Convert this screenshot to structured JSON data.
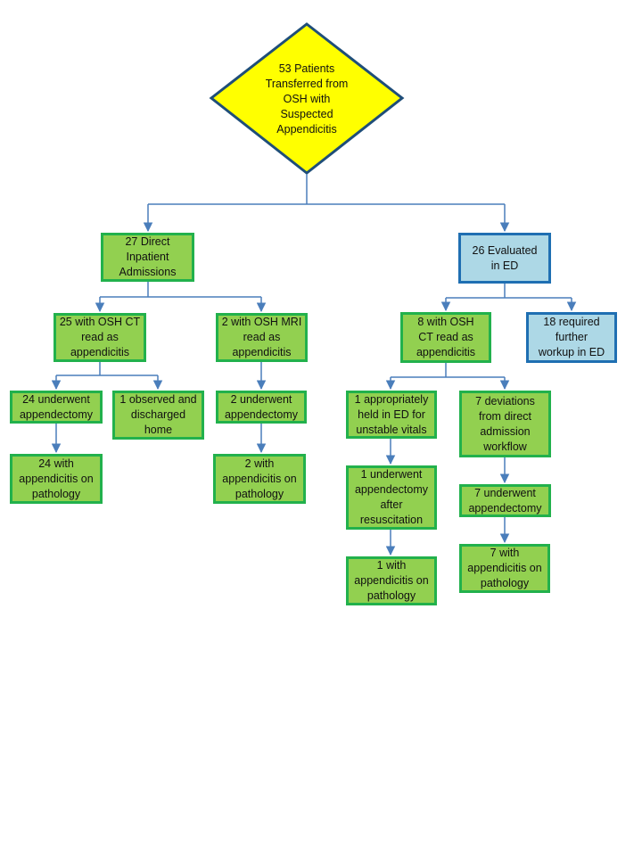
{
  "colors": {
    "root_fill": "#ffff00",
    "root_stroke": "#1f4e79",
    "green_fill": "#92d050",
    "green_stroke": "#22b14c",
    "blue_fill": "#add8e6",
    "blue_stroke": "#1f6fb2",
    "connector": "#4a7ebb"
  },
  "root": "53 Patients\nTransferred from\nOSH with\nSuspected\nAppendicitis",
  "left_branch": {
    "title": "27 Direct\nInpatient\nAdmissions",
    "ct": {
      "title": "25 with OSH CT\nread as\nappendicitis",
      "appendectomy": "24 underwent\nappendectomy",
      "pathology": "24 with\nappendicitis on\npathology",
      "observed": "1 observed and\ndischarged\nhome"
    },
    "mri": {
      "title": "2 with OSH MRI\nread as\nappendicitis",
      "appendectomy": "2 underwent\nappendectomy",
      "pathology": "2 with\nappendicitis on\npathology"
    }
  },
  "right_branch": {
    "title": "26 Evaluated\nin ED",
    "ct": {
      "title": "8 with OSH\nCT read as\nappendicitis",
      "held": "1 appropriately\nheld in ED for\nunstable vitals",
      "resus_appendectomy": "1 underwent\nappendectomy\nafter\nresuscitation",
      "resus_pathology": "1 with\nappendicitis on\npathology",
      "deviations": "7 deviations\nfrom direct\nadmission\nworkflow",
      "appendectomy": "7 underwent\nappendectomy",
      "pathology": "7 with\nappendicitis on\npathology"
    },
    "workup": "18 required\nfurther\nworkup in ED"
  }
}
